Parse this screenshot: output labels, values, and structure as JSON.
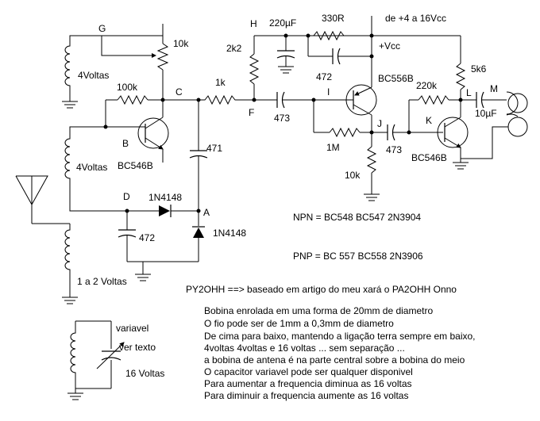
{
  "labels": {
    "node_G": "G",
    "node_H": "H",
    "node_C": "C",
    "node_F": "F",
    "node_I": "I",
    "node_J": "J",
    "node_K": "K",
    "node_L": "L",
    "node_M": "M",
    "node_B": "B",
    "node_D": "D",
    "node_A": "A",
    "pot_10k": "10k",
    "coil_top": "4Voltas",
    "coil_mid": "4Voltas",
    "coil_ant": "1 a 2 Voltas",
    "r_100k": "100k",
    "r_1k": "1k",
    "r_2k2": "2k2",
    "c_220uF": "220µF",
    "r_330R": "330R",
    "supply": "de +4 a 16Vcc",
    "vcc": "+Vcc",
    "c_472_top": "472",
    "q_bc556b": "BC556B",
    "r_5k6": "5k6",
    "r_220k": "220k",
    "c_10uF": "10µF",
    "c_473_f": "473",
    "r_1M": "1M",
    "c_473_j": "473",
    "r_10k_j": "10k",
    "q_bc546b_k": "BC546B",
    "c_471": "471",
    "q_bc546b_b": "BC546B",
    "d_1n4148_h": "1N4148",
    "d_1n4148_v": "1N4148",
    "c_472_d": "472",
    "var_label1": "variavel",
    "var_label2": "ver texto",
    "var_coil": "16 Voltas"
  },
  "notes": {
    "npn": "NPN = BC548  BC547 2N3904",
    "pnp": "PNP = BC 557 BC558 2N3906",
    "credit": "PY2OHH ==> baseado em artigo do meu xará o PA2OHH Onno",
    "lines": [
      "Bobina enrolada em uma forma de 20mm de diametro",
      "O fio pode ser de 1mm a 0,3mm de diametro",
      "De cima para baixo, mantendo a ligação terra sempre em baixo,",
      "4voltas 4voltas e 16 voltas ... sem separação ...",
      "a bobina de antena é na parte central sobre a bobina do meio",
      "O capacitor variavel pode ser qualquer disponivel",
      "Para aumentar a frequencia diminua as 16 voltas",
      "Para diminuir a frequencia aumente as 16 voltas"
    ]
  }
}
